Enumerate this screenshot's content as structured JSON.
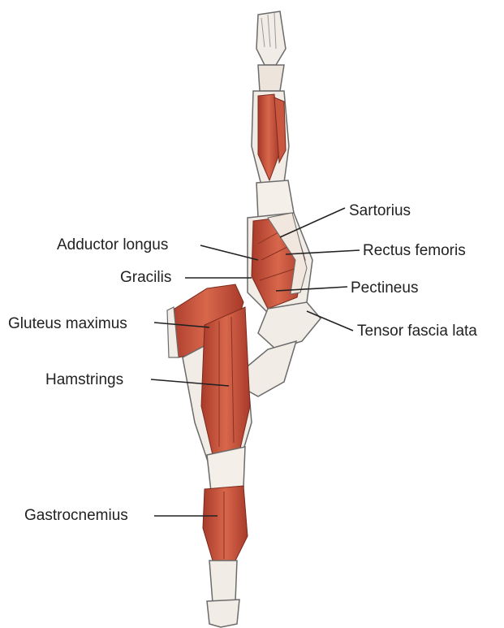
{
  "labels": {
    "sartorius": "Sartorius",
    "adductor_longus": "Adductor longus",
    "rectus_femoris": "Rectus femoris",
    "gracilis": "Gracilis",
    "pectineus": "Pectineus",
    "gluteus_maximus": "Gluteus maximus",
    "tensor_fascia_lata": "Tensor fascia lata",
    "hamstrings": "Hamstrings",
    "gastrocnemius": "Gastrocnemius"
  },
  "colors": {
    "muscle": "#c0503a",
    "muscle_light": "#d97a5f",
    "tendon": "#f1ebe4",
    "outline": "#6b6b6b",
    "leader": "#222222"
  }
}
